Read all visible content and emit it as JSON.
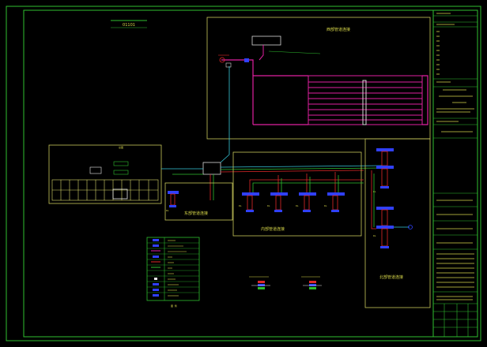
{
  "drawing": {
    "top_title": "01101",
    "zones": {
      "top_right": "西部管道连接",
      "middle": "内部管道连接",
      "left_lower": "东部管道连接",
      "right_column": "北部管道连接",
      "panel_header": "总图"
    },
    "unit_labels": {
      "u1": "DL",
      "u2": "DL",
      "u3": "DL",
      "u4": "DL",
      "u5": "DL",
      "u6": "DL",
      "u7": "DL"
    },
    "legend_footer": "图 例"
  },
  "colors": {
    "frame": "#2fbf2f",
    "zone_border": "#c8c85a",
    "pipe_magenta": "#e020a0",
    "pipe_cyan": "#36c6d8",
    "pipe_red": "#e02828",
    "device_blue": "#3040ff"
  }
}
